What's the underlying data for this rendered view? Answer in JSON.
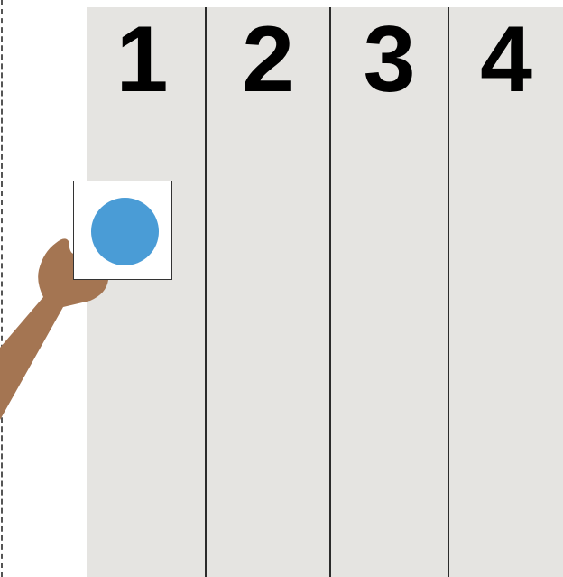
{
  "colors": {
    "board": "#e5e4e1",
    "card_dot": "#4a9cd6",
    "hand": "#a47552",
    "divider": "#2b2b2b"
  },
  "columns": [
    {
      "label": "1"
    },
    {
      "label": "2"
    },
    {
      "label": "3"
    },
    {
      "label": "4"
    }
  ],
  "card": {
    "shape": "circle",
    "icon": "blue-circle-icon",
    "held_by": "hand-icon"
  }
}
